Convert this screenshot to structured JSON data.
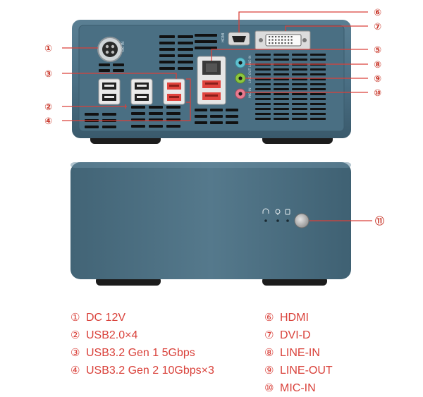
{
  "callouts": {
    "c1": "①",
    "c2": "②",
    "c3": "③",
    "c4": "④",
    "c5": "⑤",
    "c6": "⑥",
    "c7": "⑦",
    "c8": "⑧",
    "c9": "⑨",
    "c10": "⑩",
    "c11": "⑪"
  },
  "port_labels": {
    "hdmi": "HDMI",
    "line_in": "LINE-IN",
    "line_out": "LINE-OUT",
    "mic_in": "MIC-IN",
    "dc": "DC IN"
  },
  "legend_left": [
    {
      "num": "①",
      "text": "DC 12V"
    },
    {
      "num": "②",
      "text": "USB2.0×4"
    },
    {
      "num": "③",
      "text": "USB3.2 Gen 1 5Gbps"
    },
    {
      "num": "④",
      "text": "USB3.2 Gen 2 10Gbps×3"
    }
  ],
  "legend_right": [
    {
      "num": "⑥",
      "text": "HDMI"
    },
    {
      "num": "⑦",
      "text": "DVI-D"
    },
    {
      "num": "⑧",
      "text": "LINE-IN"
    },
    {
      "num": "⑨",
      "text": "LINE-OUT"
    },
    {
      "num": "⑩",
      "text": "MIC-IN"
    }
  ],
  "colors": {
    "body": "#4b7085",
    "body_dark": "#355568",
    "accent_red": "#d9413a",
    "vent": "#111111",
    "usb_red": "#e0443e",
    "jack_blue": "#5fc0d0",
    "jack_green": "#8cc63f",
    "jack_pink": "#e87a8f",
    "feet": "#1c1c1c"
  }
}
